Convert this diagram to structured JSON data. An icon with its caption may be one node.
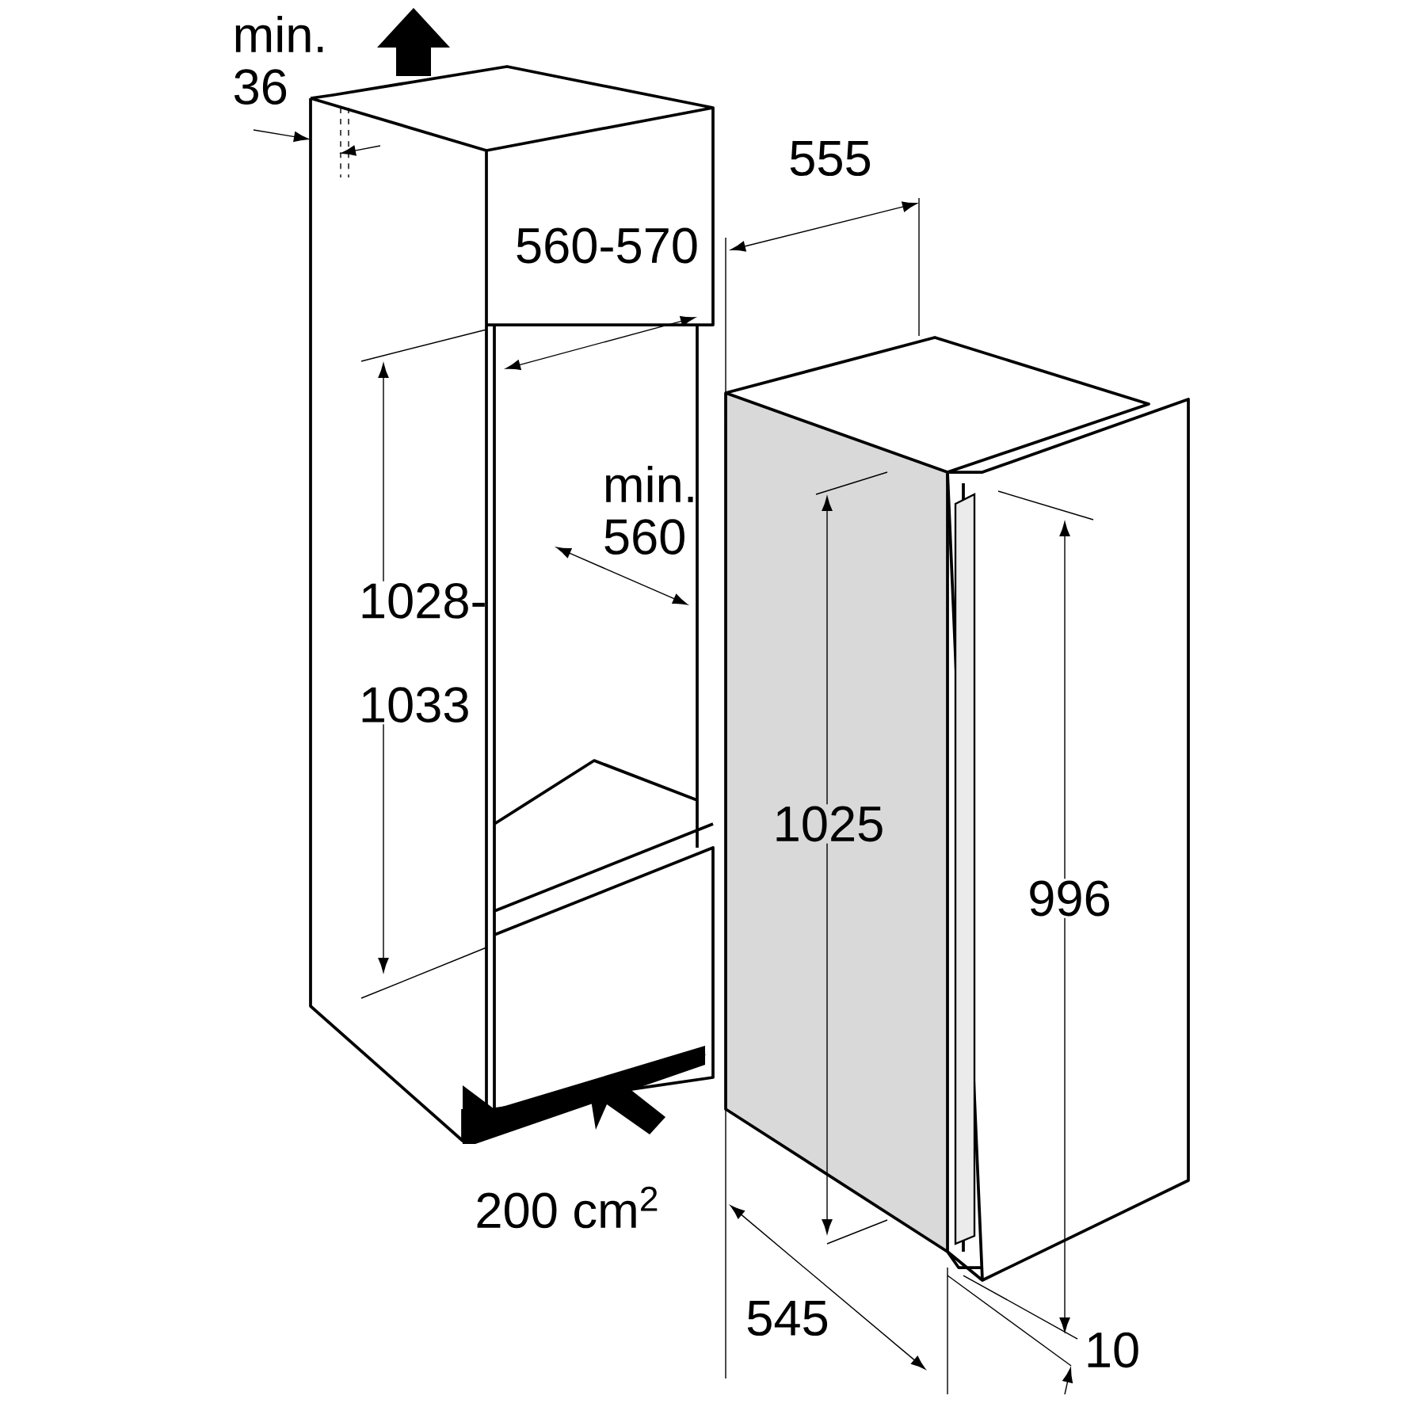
{
  "diagram": {
    "labels": [
      "min. 36",
      "560-570",
      "555",
      "min. 560",
      "1028- 1033",
      "1025",
      "996",
      "200 cm$^{2}$",
      "545",
      "10"
    ]
  }
}
